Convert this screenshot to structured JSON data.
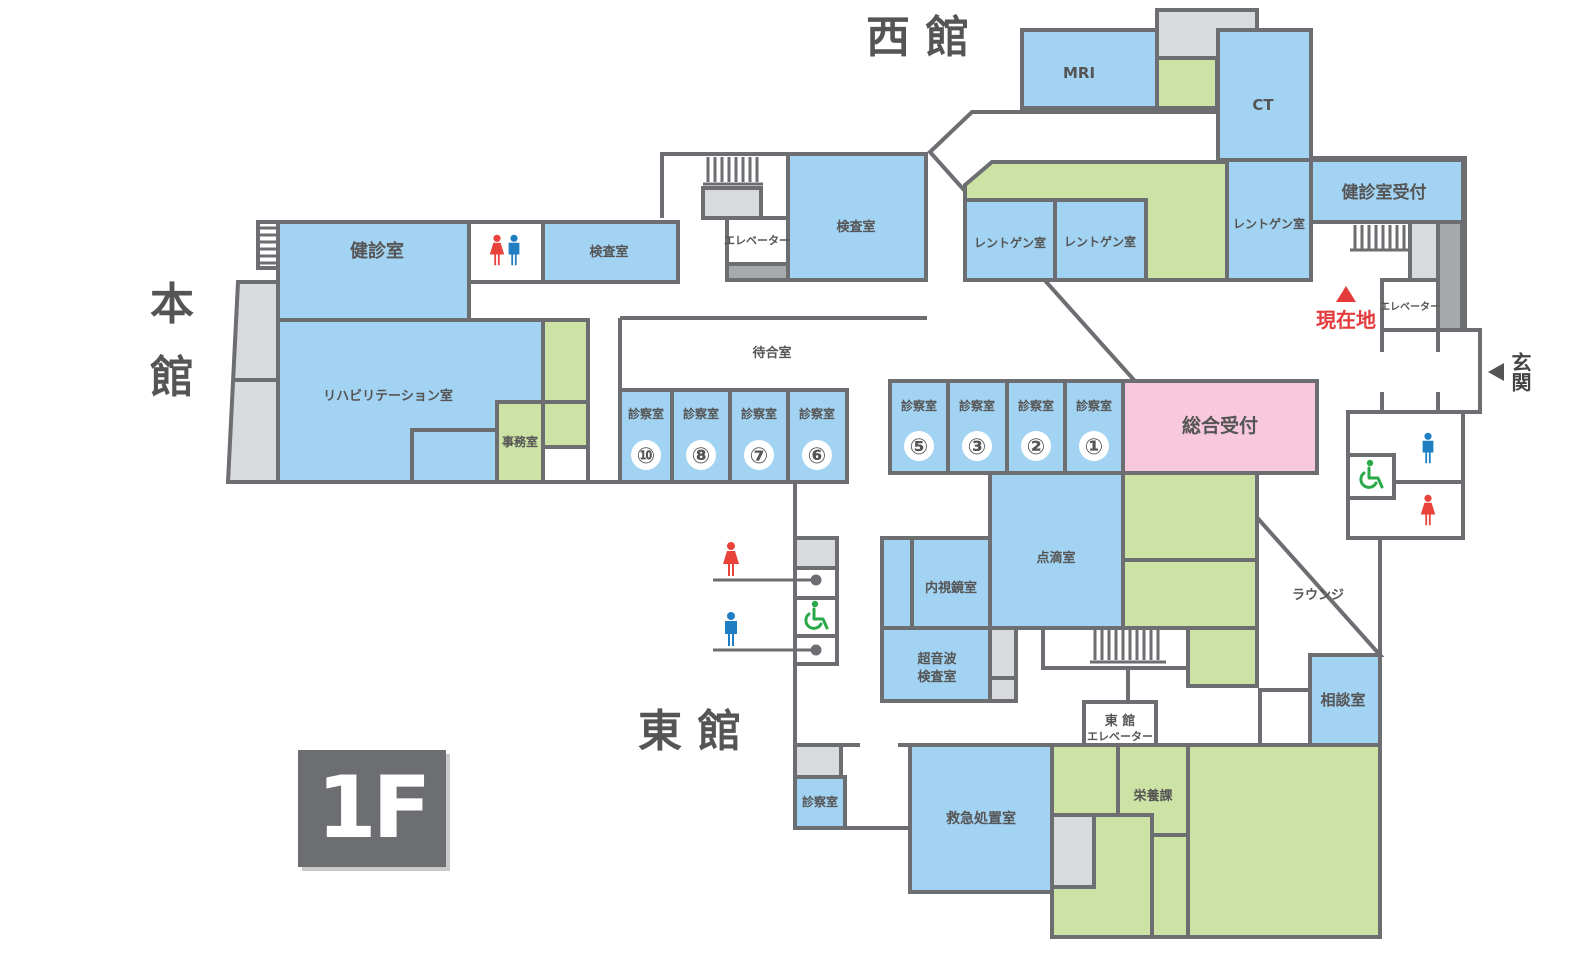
{
  "map": {
    "floor_label": "1F",
    "buildings": {
      "west": "西 館",
      "main_1": "本",
      "main_2": "館",
      "east": "東 館"
    },
    "current_location": "現在地",
    "entrance": "玄関",
    "colors": {
      "room": "#a3d3f2",
      "service": "#cde3a6",
      "utility": "#d9dadb",
      "reception": "#f8c8dc",
      "wall": "#6d6e71",
      "text": "#555555",
      "female": "#e8423a",
      "male": "#1f7fc2",
      "accessible": "#2aa84a",
      "marker": "#e33b3b"
    },
    "rooms": {
      "mri": "MRI",
      "ct": "CT",
      "kenshin_uketsuke": "健診室受付",
      "xray_a": "レントゲン室",
      "xray_b": "レントゲン室",
      "xray_c": "レントゲン室",
      "elevator_a": "エレベーター",
      "elevator_b": "エレベーター",
      "kensa_a": "検査室",
      "kensa_b": "検査室",
      "kenshin": "健診室",
      "rehab": "リハビリテーション室",
      "office": "事務室",
      "waiting": "待合室",
      "exam": "診察室",
      "exam_east": "診察室",
      "general_reception": "総合受付",
      "drip": "点滴室",
      "endoscopy": "内視鏡室",
      "ultrasound_1": "超音波",
      "ultrasound_2": "検査室",
      "lounge": "ラウンジ",
      "consultation": "相談室",
      "east_elevator_1": "東 館",
      "east_elevator_2": "エレベーター",
      "nutrition": "栄養課",
      "emergency": "救急処置室"
    },
    "exam_numbers": {
      "n10": "⑩",
      "n8": "⑧",
      "n7": "⑦",
      "n6": "⑥",
      "n5": "⑤",
      "n3": "③",
      "n2": "②",
      "n1": "①"
    },
    "icons": [
      "female-restroom-icon",
      "male-restroom-icon",
      "wheelchair-icon",
      "stairs-icon",
      "current-location-icon",
      "entrance-arrow-icon"
    ]
  }
}
